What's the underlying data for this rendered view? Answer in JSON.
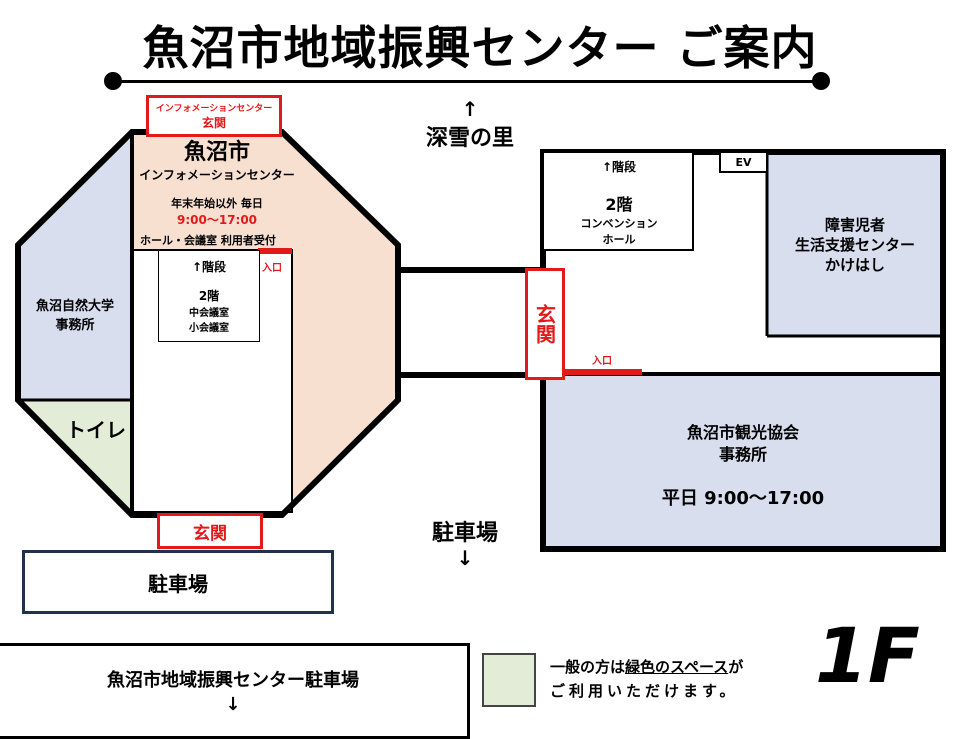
{
  "title": "魚沼市地域振興センター ご案内",
  "colors": {
    "peach": "#f8e0d0",
    "blue": "#d8deee",
    "green": "#e2ecd6",
    "red": "#e31a1a",
    "navy": "#1f3350"
  },
  "top_entrance": {
    "line1": "インフォメーションセンター",
    "line2": "玄関"
  },
  "info_center": {
    "name": "魚沼市",
    "sub": "インフォメーションセンター",
    "hours_label": "年末年始以外 毎日",
    "hours": "9:00〜17:00",
    "reception": "ホール・会議室 利用者受付"
  },
  "left_stairs": {
    "arrow": "↑階段",
    "floor": "2階",
    "room1": "中会議室",
    "room2": "小会議室"
  },
  "left_entry": "入口",
  "nature_univ": {
    "line1": "魚沼自然大学",
    "line2": "事務所"
  },
  "toilet": "トイレ",
  "bottom_entrance": "玄関",
  "parking_left": "駐車場",
  "top_direction": {
    "arrow": "↑",
    "label": "深雪の里"
  },
  "mid_direction": {
    "label": "駐車場",
    "arrow": "↓"
  },
  "corridor_entrance": "玄関",
  "right_stairs": {
    "arrow": "↑階段",
    "floor": "2階",
    "room1": "コンベンション",
    "room2": "ホール"
  },
  "ev": "EV",
  "kakehashi": {
    "line1": "障害児者",
    "line2": "生活支援センター",
    "line3": "かけはし"
  },
  "right_entry": "入口",
  "tourism": {
    "line1": "魚沼市観光協会",
    "line2": "事務所",
    "hours": "平日 9:00〜17:00"
  },
  "bottom_parking": {
    "label": "魚沼市地域振興センター駐車場",
    "arrow": "↓"
  },
  "legend": {
    "part1": "一般の方は",
    "part2": "緑色のスペース",
    "part3": "が",
    "line2": "ご利用いただけます。"
  },
  "floor": "1F"
}
